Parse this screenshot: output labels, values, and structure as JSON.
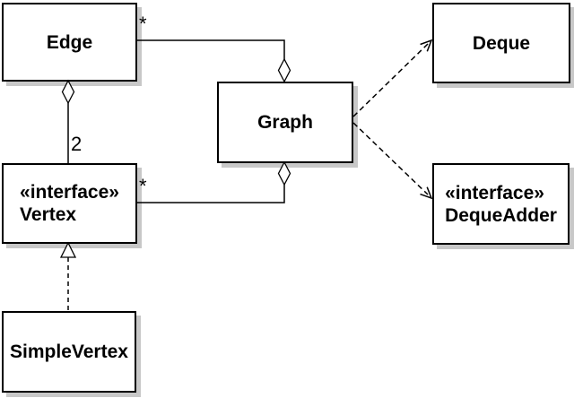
{
  "diagram": {
    "type": "uml-class-diagram",
    "colors": {
      "background": "#ffffff",
      "box_fill": "#ffffff",
      "box_border": "#000000",
      "box_shadow": "#c8c8c8",
      "line": "#000000",
      "text": "#000000"
    },
    "classes": {
      "edge": {
        "name": "Edge"
      },
      "graph": {
        "name": "Graph"
      },
      "deque": {
        "name": "Deque"
      },
      "vertex": {
        "stereotype": "«interface»",
        "name": "Vertex"
      },
      "dequeAdder": {
        "stereotype": "«interface»",
        "name": "DequeAdder"
      },
      "simpleVertex": {
        "name": "SimpleVertex"
      }
    },
    "relationships": {
      "edge_to_graph": {
        "type": "aggregation",
        "diamond_at": "Graph",
        "multiplicity": "*"
      },
      "vertex_to_graph": {
        "type": "aggregation",
        "diamond_at": "Graph",
        "multiplicity": "*"
      },
      "edge_to_vertex": {
        "type": "aggregation",
        "diamond_at": "Edge",
        "multiplicity": "2"
      },
      "simpleVertex_to_vertex": {
        "type": "realization"
      },
      "graph_to_deque": {
        "type": "dependency"
      },
      "graph_to_dequeAdder": {
        "type": "dependency"
      }
    }
  }
}
